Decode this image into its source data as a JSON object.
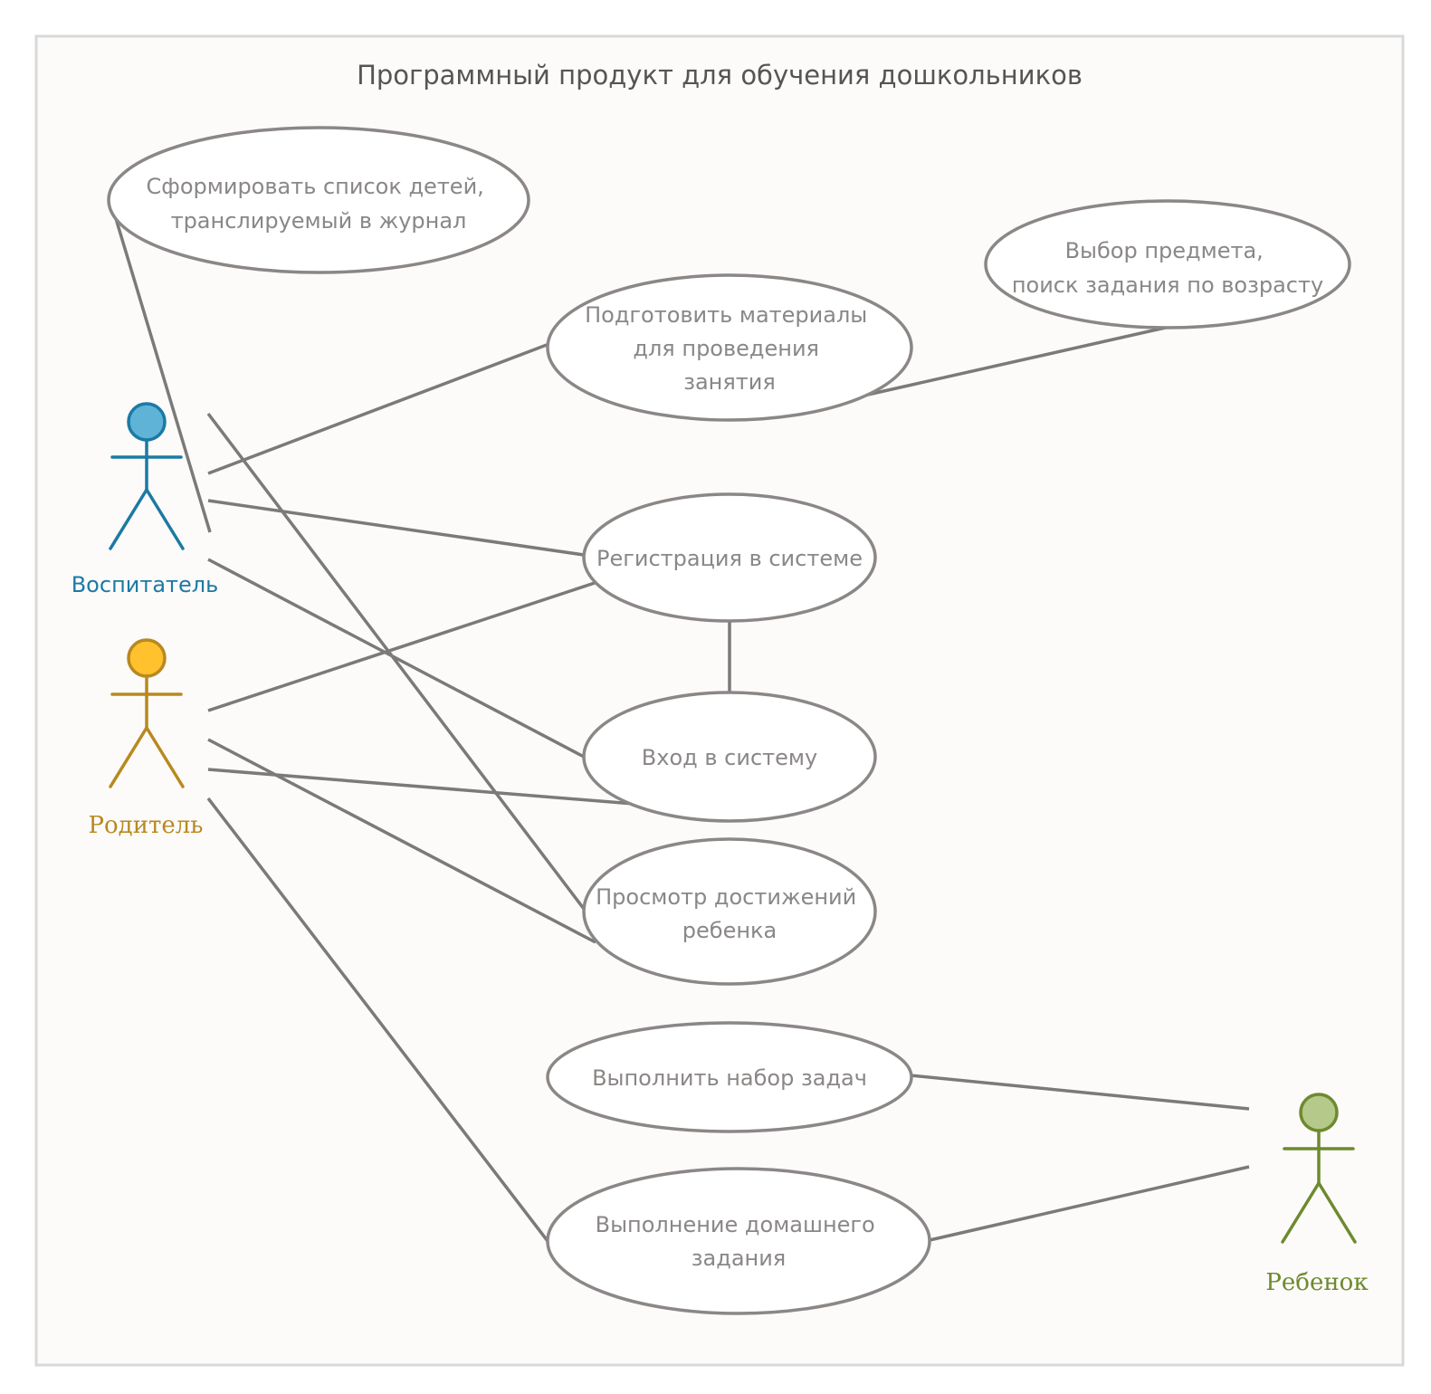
{
  "title": "Программный продукт для обучения дошкольников",
  "colors": {
    "teacher": "#1b7aa4",
    "teacher_fill": "#5fb3d6",
    "parent": "#b8891f",
    "parent_fill": "#ffc12e",
    "child": "#6d8a2e",
    "child_fill": "#b5c98a",
    "line": "#7c7a78",
    "text": "#8a8786"
  },
  "actors": {
    "teacher": {
      "label": "Воспитатель"
    },
    "parent": {
      "label": "Родитель"
    },
    "child": {
      "label": "Ребенок"
    }
  },
  "use_cases": {
    "form_list": {
      "lines": [
        "Сформировать список детей,",
        "транслируемый в журнал"
      ]
    },
    "choose_subject": {
      "lines": [
        "Выбор предмета,",
        "поиск задания по возрасту"
      ]
    },
    "prepare_materials": {
      "lines": [
        "Подготовить материалы",
        "для проведения",
        "занятия"
      ]
    },
    "registration": {
      "lines": [
        "Регистрация в системе"
      ]
    },
    "login": {
      "lines": [
        "Вход в систему"
      ]
    },
    "view_achievements": {
      "lines": [
        "Просмотр достижений",
        "ребенка"
      ]
    },
    "do_tasks": {
      "lines": [
        "Выполнить набор задач"
      ]
    },
    "homework": {
      "lines": [
        "Выполнение домашнего",
        "задания"
      ]
    }
  }
}
